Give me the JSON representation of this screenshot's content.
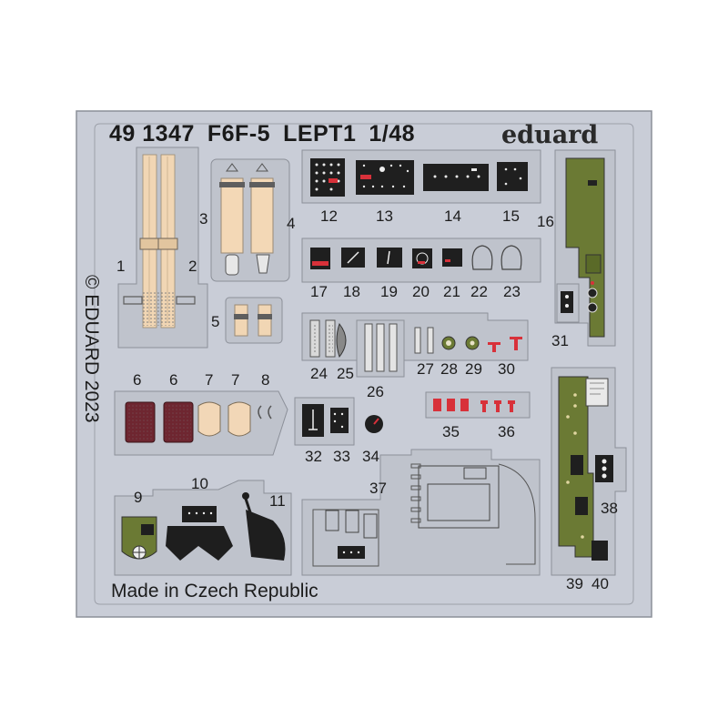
{
  "title": {
    "catalog_no": "49 1347",
    "aircraft": "F6F-5",
    "set_name": "LEPT1",
    "scale": "1/48"
  },
  "brand": "eduard",
  "copyright": "© EDUARD 2023",
  "footer": "Made in Czech Republic",
  "part_numbers": [
    "1",
    "2",
    "3",
    "4",
    "5",
    "6",
    "6",
    "7",
    "7",
    "8",
    "9",
    "10",
    "11",
    "12",
    "13",
    "14",
    "15",
    "16",
    "17",
    "18",
    "19",
    "20",
    "21",
    "22",
    "23",
    "24",
    "25",
    "26",
    "27",
    "28",
    "29",
    "30",
    "31",
    "32",
    "33",
    "34",
    "35",
    "36",
    "37",
    "38",
    "39",
    "40"
  ],
  "colors": {
    "fret_fill": "#c8ccd6",
    "fret_edge": "#8e939c",
    "panel_black": "#1e1e1e",
    "interior_green": "#6b7a34",
    "belt_tan": "#f2d7b7",
    "seat_maroon": "#6e2630",
    "accent_red": "#d8313a"
  }
}
